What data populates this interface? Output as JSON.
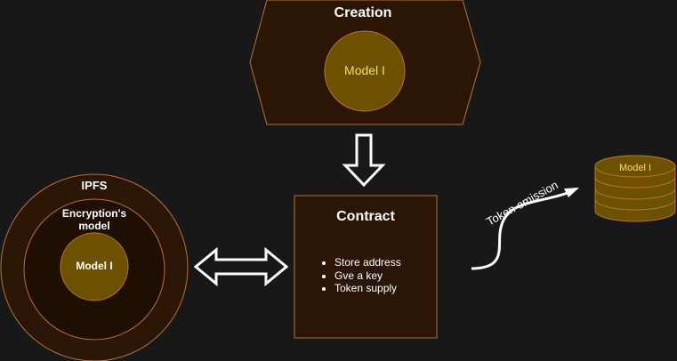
{
  "creation": {
    "title": "Creation",
    "model_label": "Model I"
  },
  "ipfs": {
    "title": "IPFS",
    "encryption_label": "Encryption's\nmodel",
    "model_label": "Model I"
  },
  "contract": {
    "title": "Contract",
    "items": [
      "Store address",
      "Gve a key",
      "Token supply"
    ]
  },
  "token": {
    "emission_label": "Token emission",
    "coin_label": "Model I"
  },
  "colors": {
    "background": "#181818",
    "dark_fill": "#2b1505",
    "darker_fill": "#1f0f02",
    "model_fill": "#6b5100",
    "stroke": "#b9742b",
    "model_text": "#ffd966",
    "text": "#ffffff"
  }
}
